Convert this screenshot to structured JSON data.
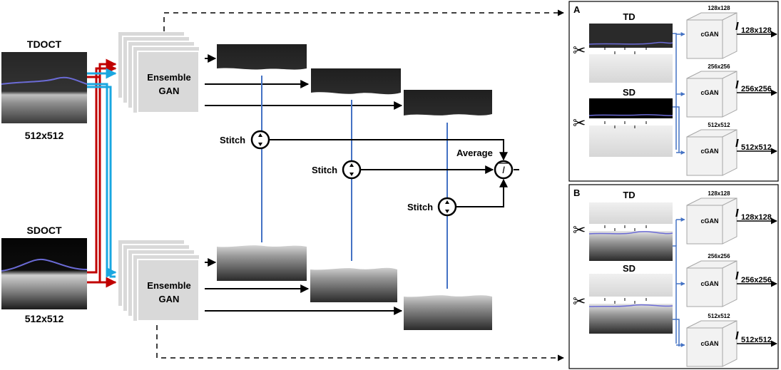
{
  "inputs": {
    "tdoct_label": "TDOCT",
    "tdoct_size": "512x512",
    "sdoct_label": "SDOCT",
    "sdoct_size": "512x512"
  },
  "ensemble": {
    "line1": "Ensemble",
    "line2": "GAN"
  },
  "stitch_label": "Stitch",
  "average_label": "Average",
  "average_symbol": "I",
  "panel_a": {
    "letter": "A",
    "td_label": "TD",
    "sd_label": "SD",
    "cgan_label": "cGAN",
    "sizes": [
      "128x128",
      "256x256",
      "512x512"
    ],
    "output_symbol": "I",
    "outputs": [
      "128x128",
      "256x256",
      "512x512"
    ]
  },
  "panel_b": {
    "letter": "B",
    "td_label": "TD",
    "sd_label": "SD",
    "cgan_label": "cGAN",
    "sizes": [
      "128x128",
      "256x256",
      "512x512"
    ],
    "output_symbol": "I",
    "outputs": [
      "128x128",
      "256x256",
      "512x512"
    ]
  },
  "colors": {
    "red_arrow": "#c00000",
    "cyan_arrow": "#1aa7e0",
    "blue_line": "#4472c4",
    "gan_box": "#d9d9d9",
    "scan_dark": "#1a1a1a",
    "scan_light": "#dcdcdc"
  }
}
